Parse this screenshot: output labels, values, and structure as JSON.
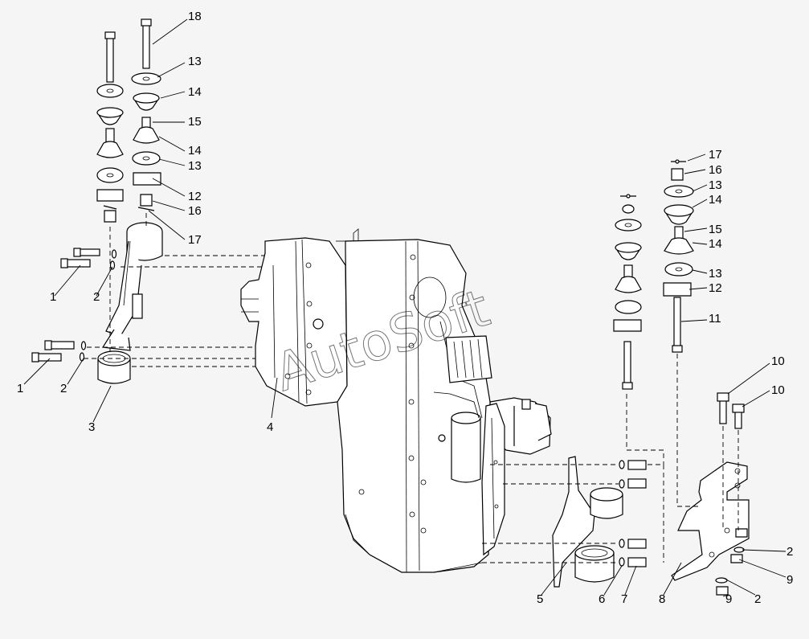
{
  "watermark": "AutoSoft",
  "callouts": {
    "c1a": "1",
    "c1b": "1",
    "c2a": "2",
    "c2b": "2",
    "c3": "3",
    "c4": "4",
    "c5": "5",
    "c6": "6",
    "c7": "7",
    "c8": "8",
    "c9a": "9",
    "c9b": "9",
    "c2c": "2",
    "c2d": "2",
    "c10a": "10",
    "c10b": "10",
    "c11": "11",
    "c12a": "12",
    "c12b": "12",
    "c13a": "13",
    "c13b": "13",
    "c13c": "13",
    "c13d": "13",
    "c14a": "14",
    "c14b": "14",
    "c14c": "14",
    "c14d": "14",
    "c15a": "15",
    "c15b": "15",
    "c16a": "16",
    "c16b": "16",
    "c17a": "17",
    "c17b": "17",
    "c18": "18"
  }
}
